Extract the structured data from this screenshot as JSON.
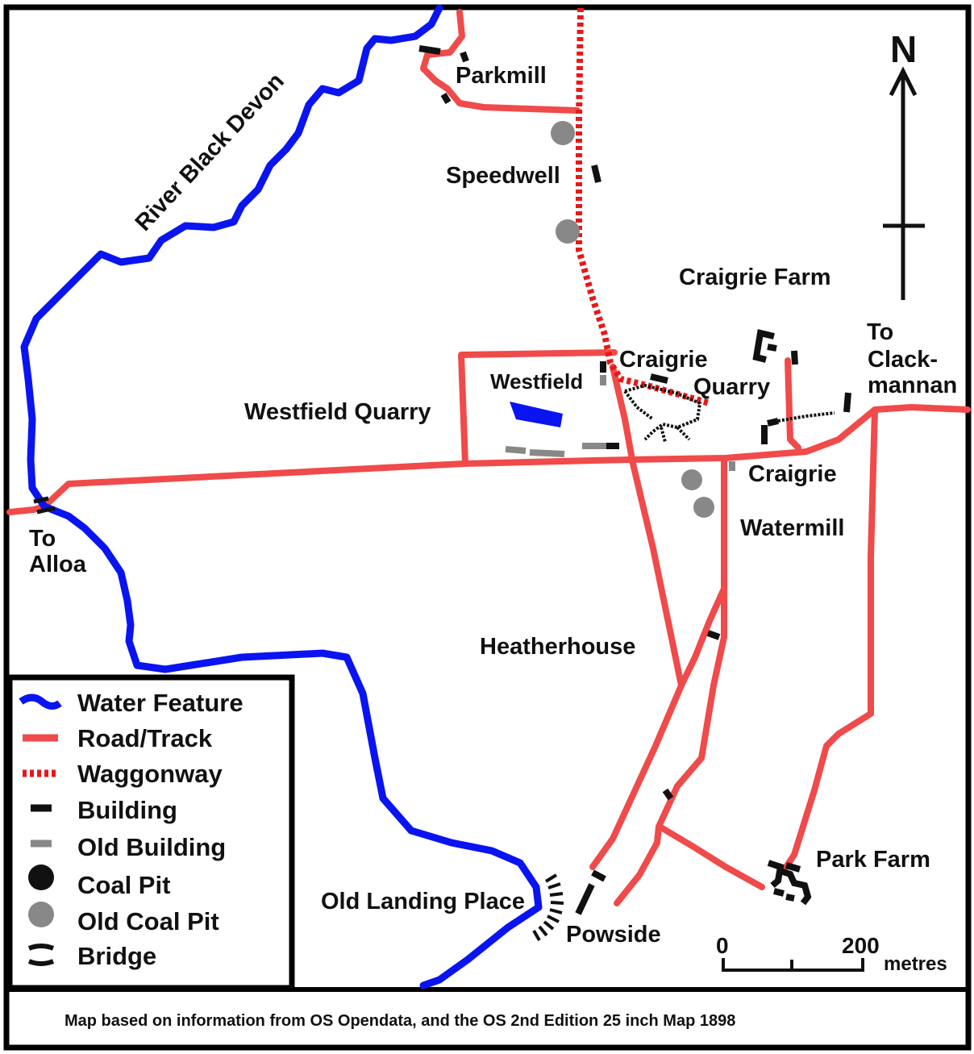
{
  "colors": {
    "water": "#0a14f0",
    "road": "#f04a4a",
    "waggonway": "#e81818",
    "building": "#111111",
    "old_building": "#888888",
    "coal_pit": "#111111",
    "old_coal_pit": "#888888",
    "frame": "#000000"
  },
  "north_arrow": {
    "label": "N"
  },
  "river": {
    "label": "River Black Devon"
  },
  "places": {
    "parkmill": "Parkmill",
    "speedwell": "Speedwell",
    "craigrie_farm": "Craigrie Farm",
    "to_clackmannan_1": "To",
    "to_clackmannan_2": "Clack-",
    "to_clackmannan_3": "mannan",
    "craigrie_quarry_1": "Craigrie",
    "craigrie_quarry_2": "Quarry",
    "westfield": "Westfield",
    "westfield_quarry": "Westfield Quarry",
    "craigrie": "Craigrie",
    "watermill": "Watermill",
    "to_alloa_1": "To",
    "to_alloa_2": "Alloa",
    "heatherhouse": "Heatherhouse",
    "park_farm": "Park Farm",
    "old_landing_place": "Old Landing Place",
    "powside": "Powside"
  },
  "scale_bar": {
    "start": "0",
    "end": "200",
    "unit": "metres"
  },
  "legend": {
    "water": "Water Feature",
    "road": "Road/Track",
    "waggonway": "Waggonway",
    "building": "Building",
    "old_building": "Old Building",
    "coal_pit": "Coal Pit",
    "old_coal_pit": "Old Coal Pit",
    "bridge": "Bridge"
  },
  "footer": {
    "caption": "Map based on information from OS Opendata, and the OS 2nd Edition 25 inch Map 1898"
  }
}
